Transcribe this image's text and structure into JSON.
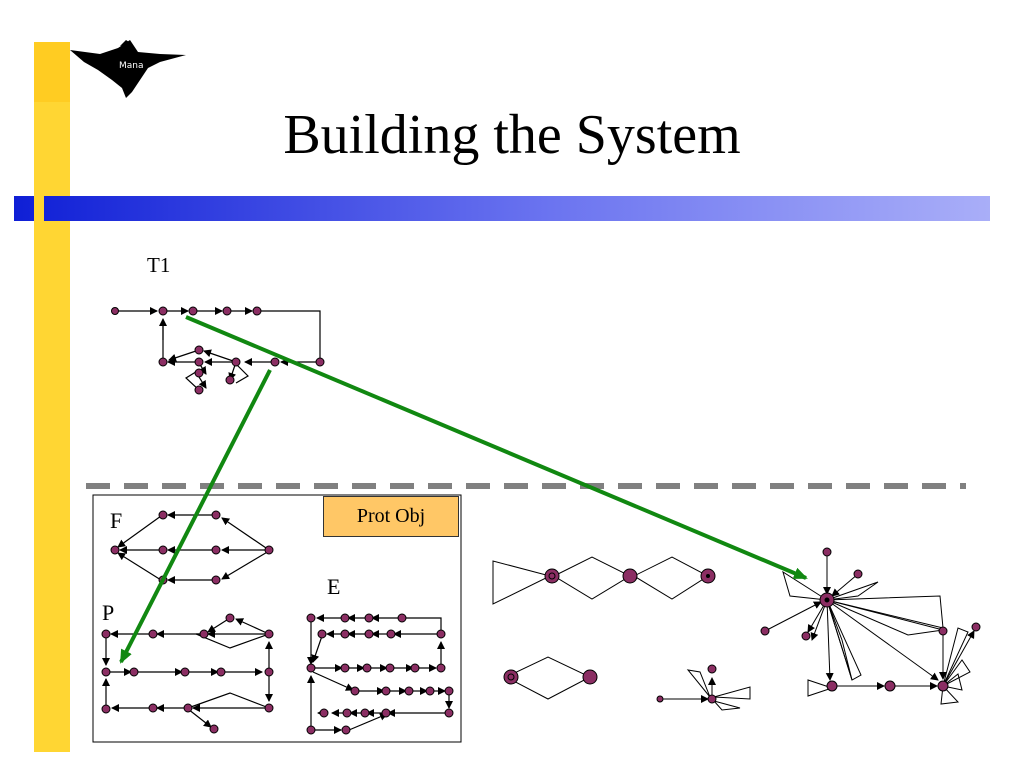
{
  "slide": {
    "title": "Building the System",
    "logo": {
      "name": "raven-logo",
      "text": "Mana"
    },
    "labels": {
      "t1": "T1",
      "f": "F",
      "p": "P",
      "e": "E",
      "prot_obj": "Prot Obj"
    },
    "colors": {
      "accent_bar_yellow": "#ffd633",
      "title_bar_blue": "#1f2bd9",
      "mapping_arrow": "#118811",
      "node_fill": "#8b2e63",
      "prot_obj_fill": "#ffc766",
      "divider": "#808080"
    }
  }
}
